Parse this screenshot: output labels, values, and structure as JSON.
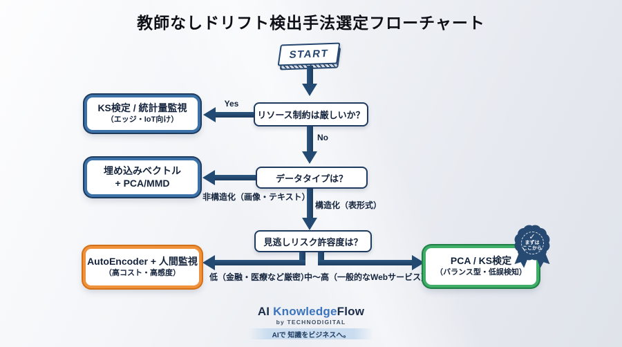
{
  "title": "教師なしドリフト検出手法選定フローチャート",
  "start": {
    "label": "START"
  },
  "flow": {
    "q1": {
      "question": "リソース制約は厳しいか？",
      "yes": "Yes",
      "no": "No"
    },
    "q2": {
      "question": "データタイプは？",
      "unstructured": "非構造化（画像・テキスト）",
      "structured": "構造化（表形式）"
    },
    "q3": {
      "question": "見逃しリスク許容度は？",
      "low": "低（金融・医療など厳密）",
      "mid_high": "中〜高（一般的なWebサービス）"
    }
  },
  "results": {
    "ks": {
      "title": "KS検定 / 統計量監視",
      "subtitle": "（エッジ・IoT向け）",
      "accent": "#3c72a8"
    },
    "embedding": {
      "line1": "埋め込みベクトル",
      "line2": "+ PCA/MMD",
      "accent": "#3c72a8"
    },
    "autoencoder": {
      "title": "AutoEncoder + 人間監視",
      "subtitle": "（高コスト・高感度）",
      "accent": "#f0923c"
    },
    "pca": {
      "title": "PCA / KS検定",
      "subtitle": "（バランス型・低誤検知）",
      "accent": "#3fae68"
    }
  },
  "badge": {
    "check": "✓",
    "line1": "まずは",
    "line2": "ここから",
    "color": "#274a72"
  },
  "footer": {
    "logo": {
      "ai": "AI",
      "knowledge": "Knowledge",
      "flow": "Flow"
    },
    "byline": "by TECHNODIGITAL",
    "tagline": "AIで 知識をビジネスへ。"
  },
  "colors": {
    "arrow": "#234a73",
    "decision_border": "#1e3a5f",
    "background_start": "#fdfdfe",
    "background_end": "#dfe3ea"
  }
}
